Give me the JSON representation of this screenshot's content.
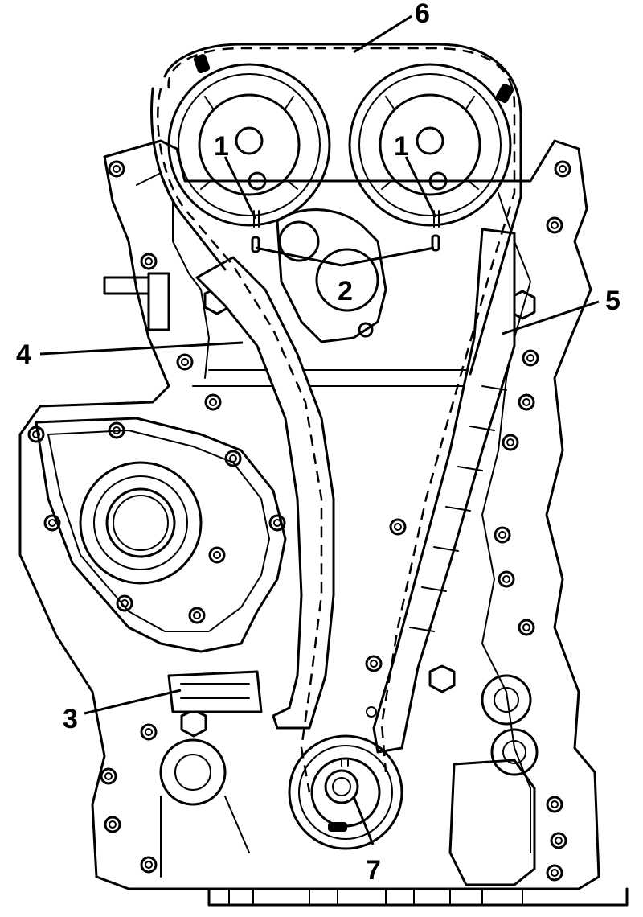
{
  "callouts": {
    "c1a": "1",
    "c1b": "1",
    "c2": "2",
    "c3": "3",
    "c4": "4",
    "c5": "5",
    "c6": "6",
    "c7": "7"
  },
  "colors": {
    "line": "#000000",
    "background": "#ffffff"
  }
}
